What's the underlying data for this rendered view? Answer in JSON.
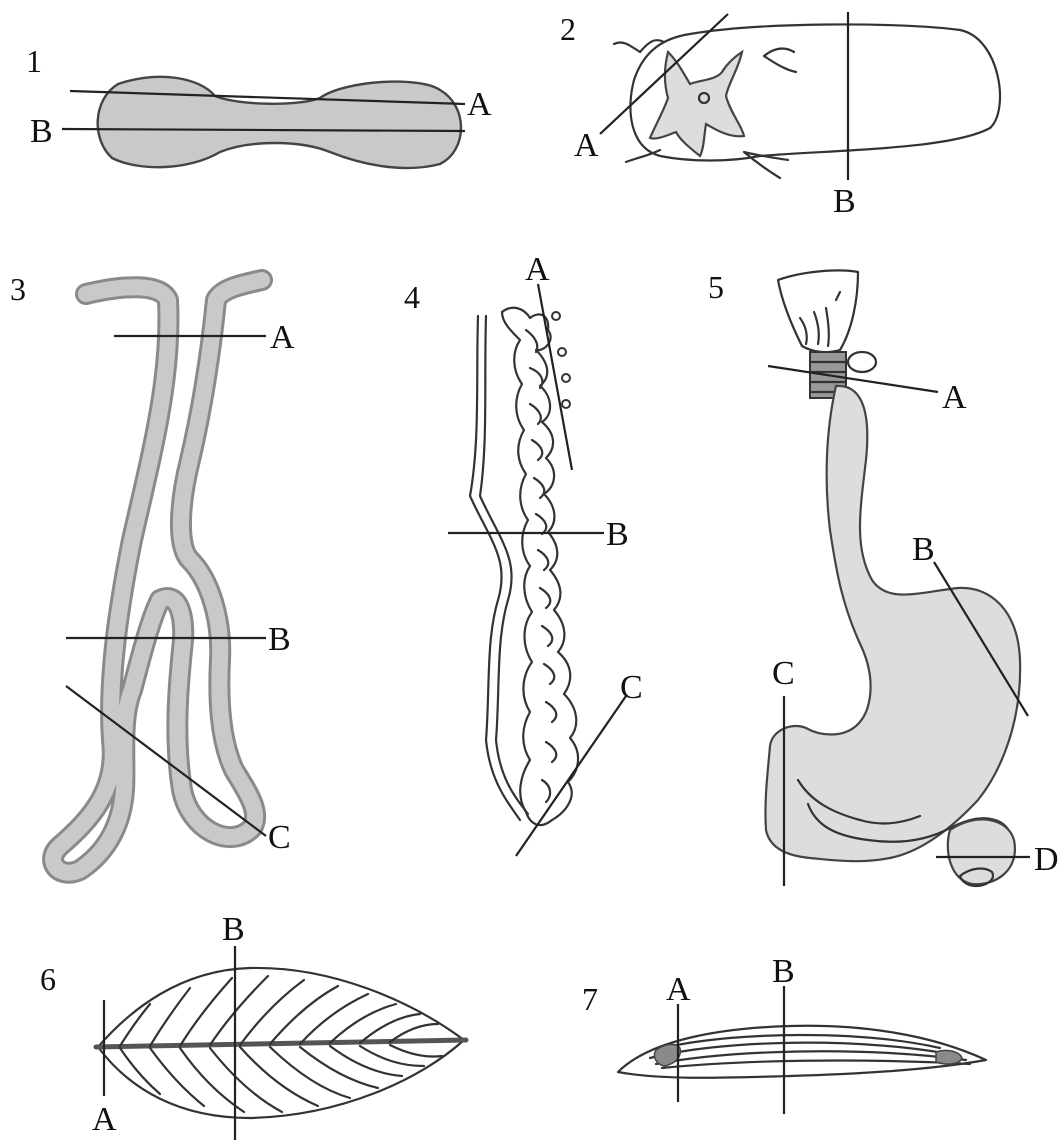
{
  "figures": [
    {
      "number": "1",
      "cuts": [
        "A",
        "B"
      ]
    },
    {
      "number": "2",
      "cuts": [
        "A",
        "B"
      ]
    },
    {
      "number": "3",
      "cuts": [
        "A",
        "B",
        "C"
      ]
    },
    {
      "number": "4",
      "cuts": [
        "A",
        "B",
        "C"
      ]
    },
    {
      "number": "5",
      "cuts": [
        "A",
        "B",
        "C",
        "D"
      ]
    },
    {
      "number": "6",
      "cuts": [
        "A",
        "B"
      ]
    },
    {
      "number": "7",
      "cuts": [
        "A",
        "B"
      ]
    }
  ],
  "colors": {
    "tissue_fill": "#c9c9c9",
    "outline": "#333333",
    "background": "#ffffff"
  }
}
